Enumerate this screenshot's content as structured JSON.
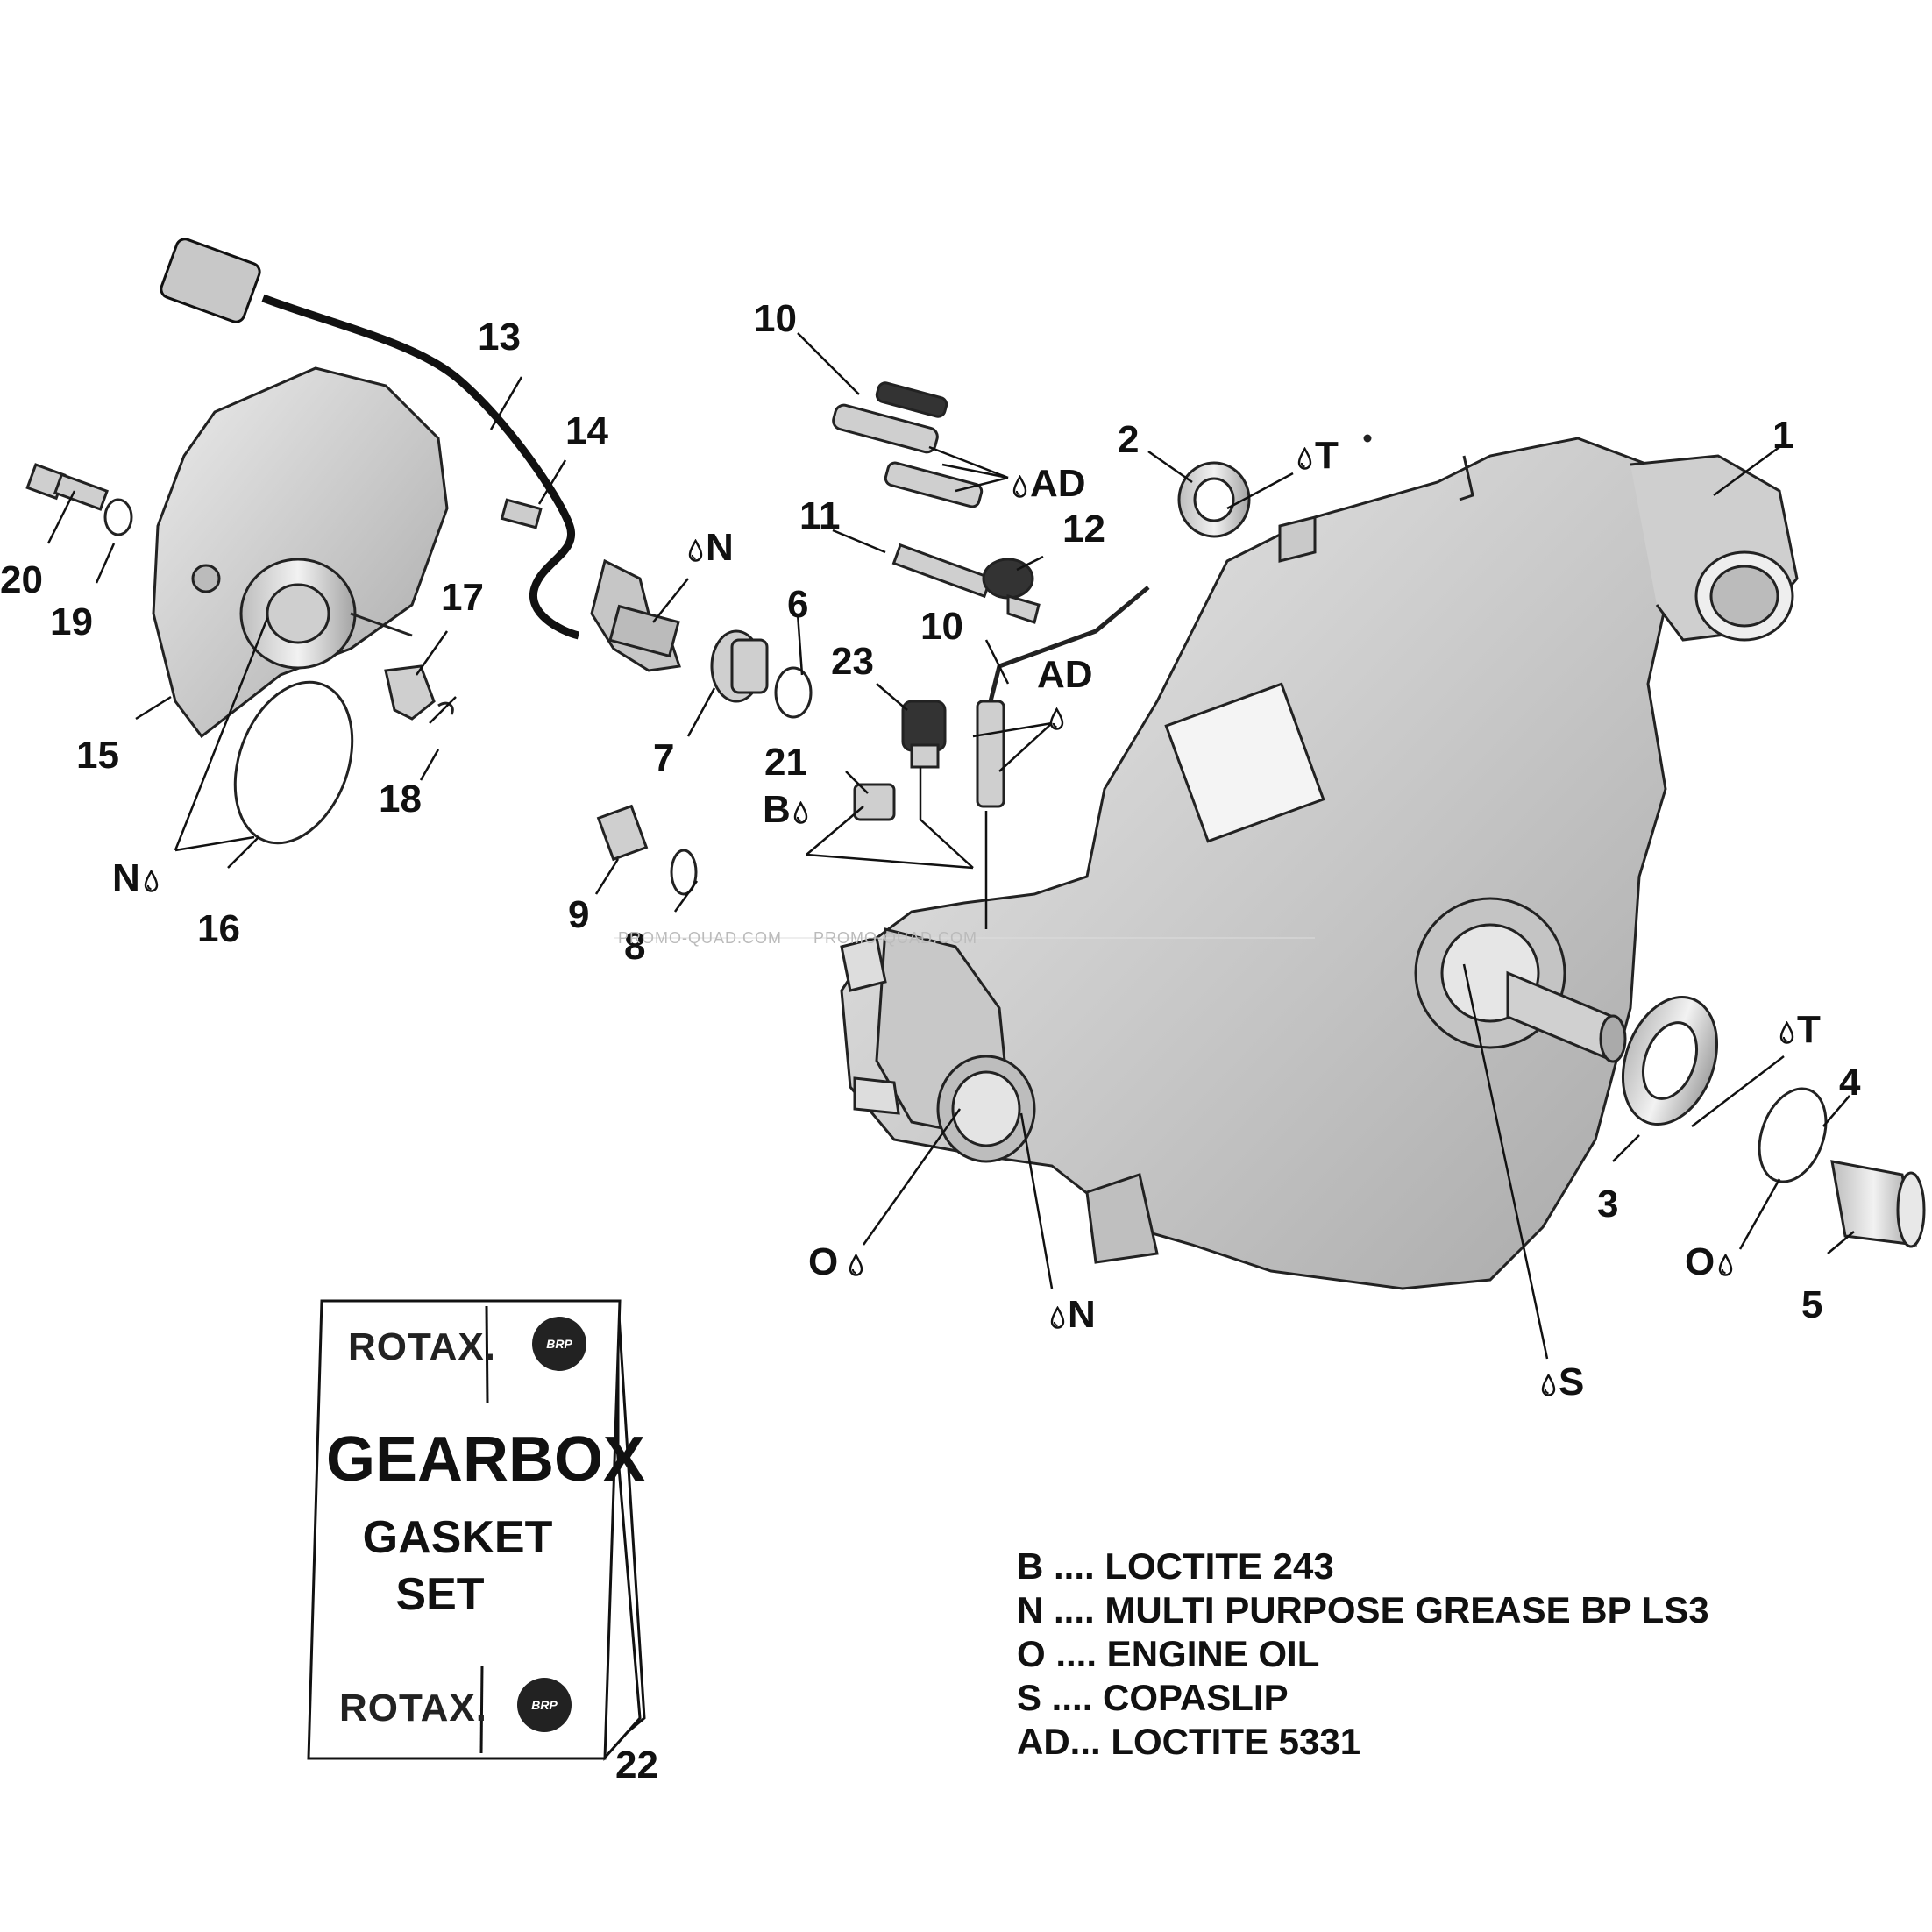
{
  "callouts": {
    "c1": "1",
    "c2": "2",
    "c3": "3",
    "c4": "4",
    "c5": "5",
    "c6": "6",
    "c7": "7",
    "c8": "8",
    "c9": "9",
    "c10a": "10",
    "c10b": "10",
    "c11": "11",
    "c12": "12",
    "c13": "13",
    "c14": "14",
    "c15": "15",
    "c16": "16",
    "c17": "17",
    "c18": "18",
    "c19": "19",
    "c20": "20",
    "c21": "21",
    "c22": "22",
    "c23": "23"
  },
  "symbols": {
    "ad1": "AD",
    "ad2": "AD",
    "t1": "T",
    "t2": "T",
    "n1": "N",
    "n2": "N",
    "n3": "N",
    "b1": "B",
    "o1": "O",
    "o2": "O",
    "s1": "S"
  },
  "legend": [
    {
      "code": "B",
      "text": "B .... LOCTITE 243"
    },
    {
      "code": "N",
      "text": "N .... MULTI PURPOSE GREASE BP LS3"
    },
    {
      "code": "O",
      "text": "O .... ENGINE OIL"
    },
    {
      "code": "S",
      "text": "S .... COPASLIP"
    },
    {
      "code": "AD",
      "text": "AD... LOCTITE 5331"
    }
  ],
  "card": {
    "brand_top": "ROTAX.",
    "brand_bottom": "ROTAX.",
    "badge_top": "BRP",
    "badge_bottom": "BRP",
    "title_line1": "GEARBOX",
    "title_line2": "GASKET",
    "title_line3": "SET"
  },
  "watermarks": [
    "PROMO-QUAD.COM",
    "PROMO-QUAD.COM"
  ],
  "colors": {
    "ink": "#111111",
    "part_fill": "#d9d9d9",
    "part_shade": "#b5b5b5"
  }
}
